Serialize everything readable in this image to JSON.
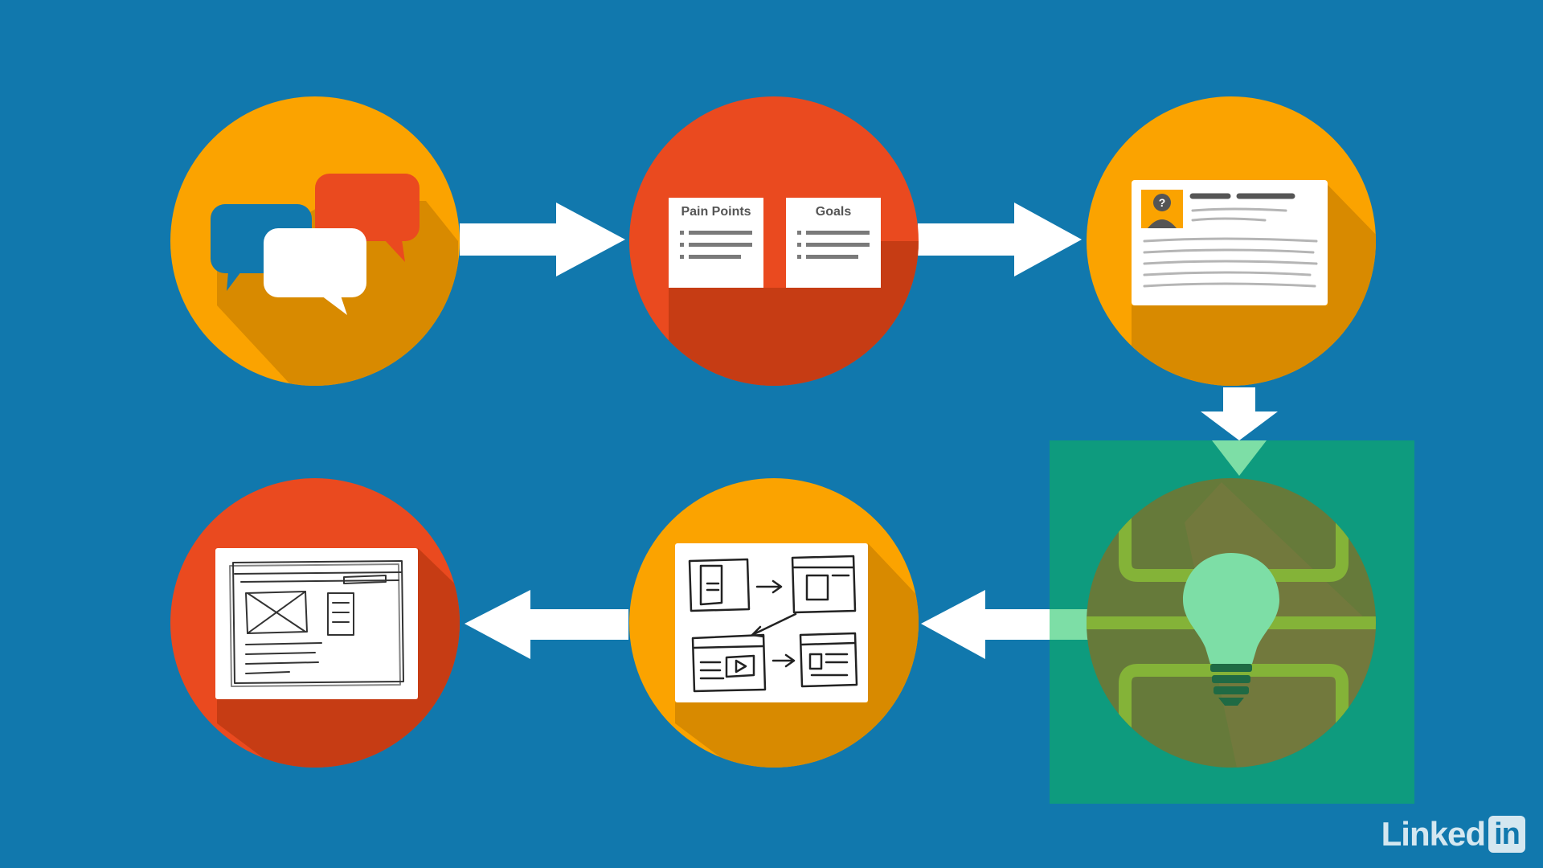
{
  "colors": {
    "background": "#1178AD",
    "orange": "#FBA300",
    "red_orange": "#EA4A1F",
    "highlight": "#0E9B7E",
    "bulb": "#7DDEA6",
    "white": "#FFFFFF"
  },
  "steps": [
    {
      "id": "interviews",
      "icon": "speech-bubbles-icon"
    },
    {
      "id": "findings",
      "icon": "notes-cards-icon"
    },
    {
      "id": "persona",
      "icon": "persona-card-icon"
    },
    {
      "id": "ideation",
      "icon": "lightbulb-icon",
      "highlighted": true
    },
    {
      "id": "storyboard",
      "icon": "storyboard-sketch-icon"
    },
    {
      "id": "wireframe",
      "icon": "wireframe-sketch-icon"
    }
  ],
  "cards": {
    "pain_points_label": "Pain Points",
    "goals_label": "Goals"
  },
  "persona": {
    "avatar_symbol": "?"
  },
  "brand": {
    "word": "Linked",
    "box": "in"
  }
}
